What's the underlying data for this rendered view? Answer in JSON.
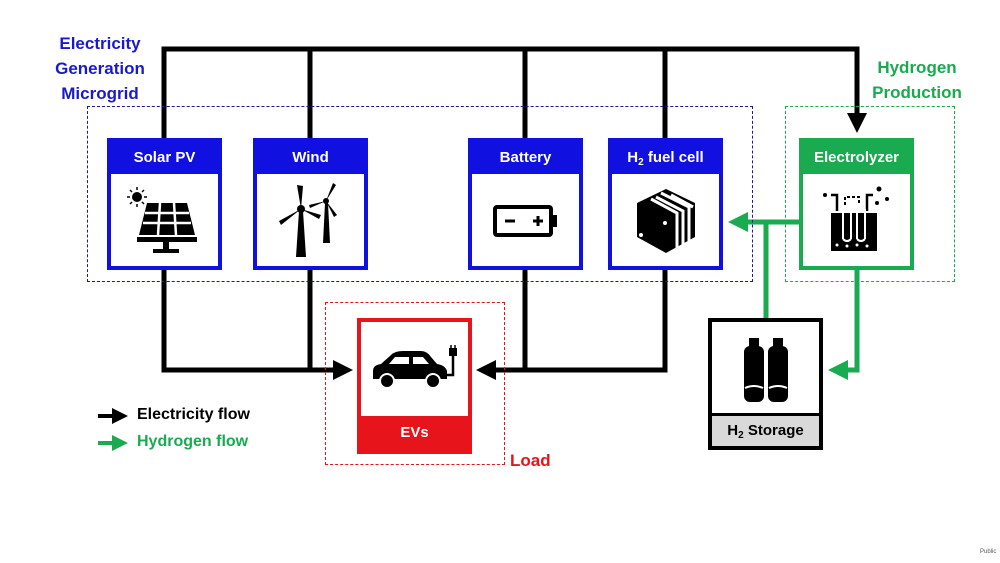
{
  "labels": {
    "microgrid": [
      "Electricity",
      "Generation",
      "Microgrid"
    ],
    "production": [
      "Hydrogen",
      "Production"
    ],
    "load": "Load",
    "public": "Public"
  },
  "nodes": {
    "solar": "Solar PV",
    "wind": "Wind",
    "battery": "Battery",
    "fuel_cell_prefix": "H",
    "fuel_cell_sub": "2",
    "fuel_cell_suffix": " fuel cell",
    "electrolyzer": "Electrolyzer",
    "evs": "EVs",
    "storage_prefix": "H",
    "storage_sub": "2",
    "storage_suffix": " Storage"
  },
  "legend": {
    "electricity": "Electricity flow",
    "hydrogen": "Hydrogen flow"
  },
  "colors": {
    "electricity": "#000000",
    "hydrogen": "#1aaa50",
    "generation": "#1010e0",
    "load": "#e8141b",
    "storage_footer": "#d9d9d9"
  }
}
